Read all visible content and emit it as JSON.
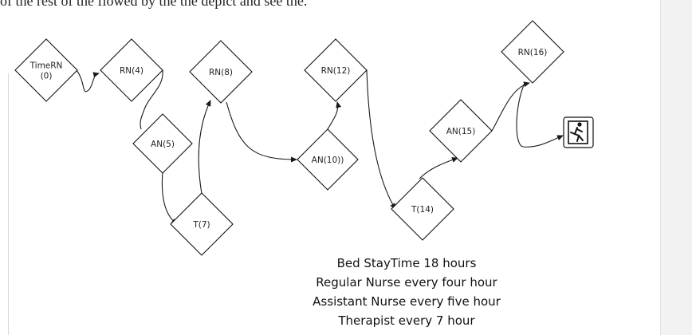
{
  "caption": "of the rest of the flowed by the the depict and see the.",
  "nodes": [
    {
      "id": "timern",
      "lines": [
        "TimeRN",
        "(0)"
      ]
    },
    {
      "id": "rn4",
      "lines": [
        "RN(4)"
      ]
    },
    {
      "id": "an5",
      "lines": [
        "AN(5)"
      ]
    },
    {
      "id": "t7",
      "lines": [
        "T(7)"
      ]
    },
    {
      "id": "rn8",
      "lines": [
        "RN(8)"
      ]
    },
    {
      "id": "an10",
      "lines": [
        "AN(10))"
      ]
    },
    {
      "id": "rn12",
      "lines": [
        "RN(12)"
      ]
    },
    {
      "id": "t14",
      "lines": [
        "T(14)"
      ]
    },
    {
      "id": "an15",
      "lines": [
        "AN(15)"
      ]
    },
    {
      "id": "rn16",
      "lines": [
        "RN(16)"
      ]
    }
  ],
  "exit_icon": "running-man-exit-icon",
  "notes": [
    "Bed StayTime 18 hours",
    "Regular Nurse every four hour",
    "Assistant Nurse every five hour",
    "Therapist every 7 hour"
  ]
}
